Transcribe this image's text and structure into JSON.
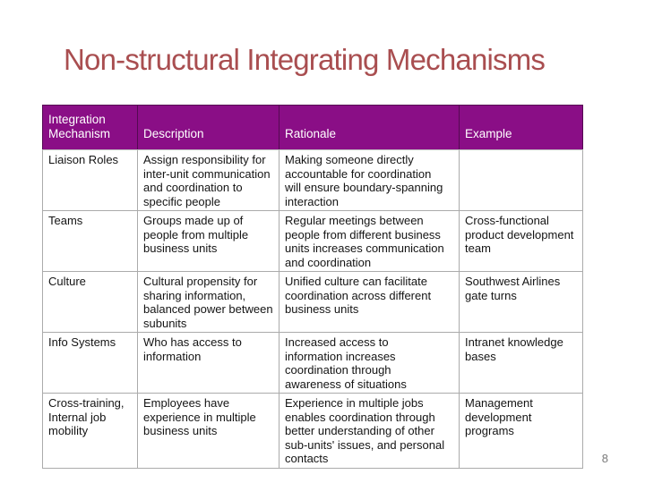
{
  "slide": {
    "title": "Non-structural Integrating Mechanisms",
    "page_number": "8"
  },
  "colors": {
    "background": "#FFFFFF",
    "title_color": "#A94E50",
    "header_bg": "#8A0E86",
    "header_text": "#FFFFFF",
    "body_text": "#141414",
    "table_border": "#7D7D7D",
    "cell_border": "#ABABAB",
    "header_cell_border": "#550A52",
    "page_number": "#7A7A7A"
  },
  "table": {
    "headers": [
      "Integration\nMechanism",
      "Description",
      "Rationale",
      "Example"
    ],
    "rows": [
      {
        "mechanism": "Liaison Roles",
        "description": "Assign responsibility for\ninter-unit communication\nand coordination to\nspecific people",
        "rationale": "Making someone directly\naccountable for coordination\nwill ensure boundary-spanning\ninteraction",
        "example": ""
      },
      {
        "mechanism": "Teams",
        "description": "Groups made up of\npeople from multiple\nbusiness units",
        "rationale": "Regular meetings between\npeople from different business\nunits increases communication\nand coordination",
        "example": "Cross-functional\nproduct development\nteam"
      },
      {
        "mechanism": "Culture",
        "description": "Cultural propensity for\nsharing information,\nbalanced power between\nsubunits",
        "rationale": "Unified culture can facilitate\ncoordination across different\nbusiness units",
        "example": "Southwest Airlines\ngate turns"
      },
      {
        "mechanism": "Info Systems",
        "description": "Who has access to\ninformation",
        "rationale": "Increased access to\ninformation increases\ncoordination through\nawareness of situations",
        "example": "Intranet knowledge\nbases"
      },
      {
        "mechanism": "Cross-training,\nInternal job\nmobility",
        "description": "Employees have\nexperience in multiple\nbusiness units",
        "rationale": "Experience in multiple jobs\nenables coordination through\nbetter understanding of other\nsub-units' issues, and personal\ncontacts",
        "example": "Management\ndevelopment\nprograms"
      }
    ]
  }
}
